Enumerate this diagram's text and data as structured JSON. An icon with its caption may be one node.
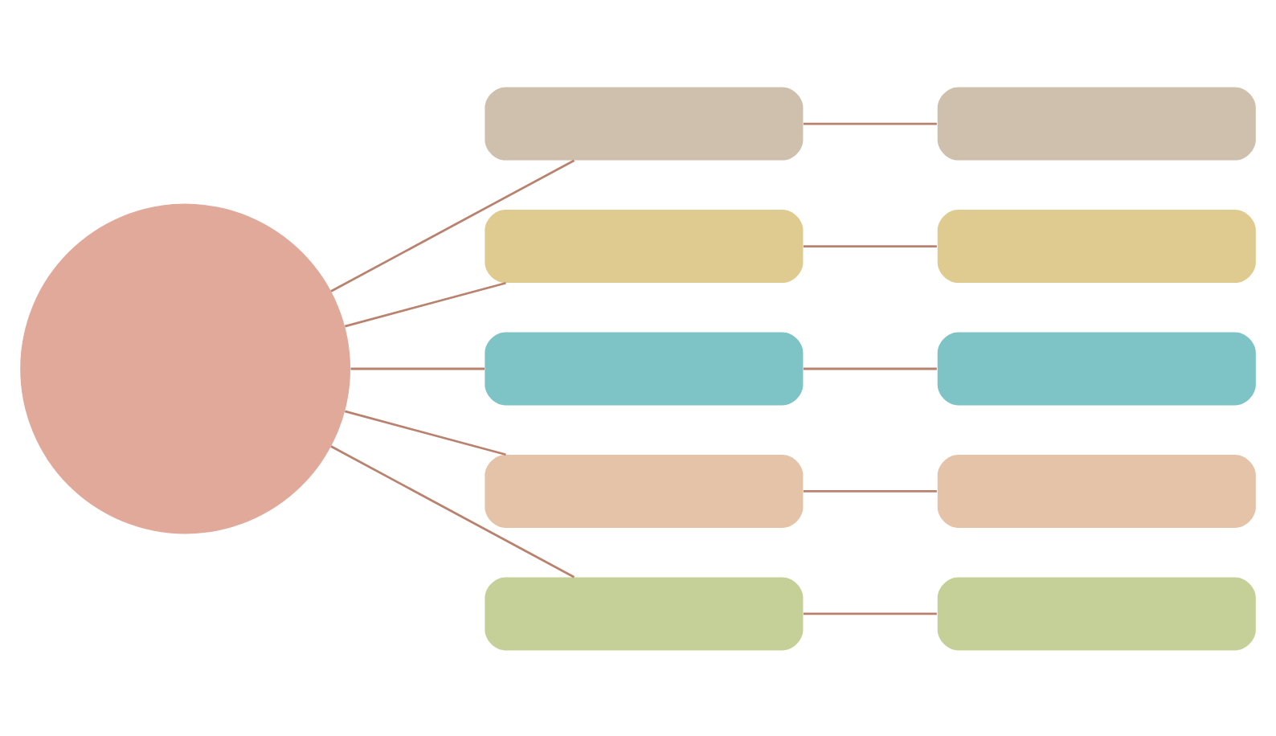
{
  "diagram": {
    "nodes": [
      {
        "text": [],
        "shape": "circle"
      },
      {
        "text": [],
        "shape": "box"
      },
      {
        "text": [],
        "shape": "box"
      },
      {
        "text": [],
        "shape": "box"
      },
      {
        "text": [],
        "shape": "box"
      },
      {
        "text": [],
        "shape": "box"
      },
      {
        "text": [],
        "shape": "box"
      },
      {
        "text": [],
        "shape": "box"
      },
      {
        "text": [],
        "shape": "box"
      },
      {
        "text": [],
        "shape": "box"
      },
      {
        "text": [],
        "shape": "box"
      }
    ],
    "edges": [
      {
        "from": 0,
        "to": 1,
        "arrow": "none"
      },
      {
        "from": 0,
        "to": 3,
        "arrow": "none"
      },
      {
        "from": 0,
        "to": 5,
        "arrow": "none"
      },
      {
        "from": 0,
        "to": 7,
        "arrow": "none"
      },
      {
        "from": 0,
        "to": 9,
        "arrow": "none"
      },
      {
        "from": 1,
        "to": 2,
        "arrow": "none"
      },
      {
        "from": 3,
        "to": 4,
        "arrow": "none"
      },
      {
        "from": 5,
        "to": 6,
        "arrow": "none"
      },
      {
        "from": 7,
        "to": 8,
        "arrow": "none"
      },
      {
        "from": 9,
        "to": 10,
        "arrow": "none"
      }
    ]
  }
}
